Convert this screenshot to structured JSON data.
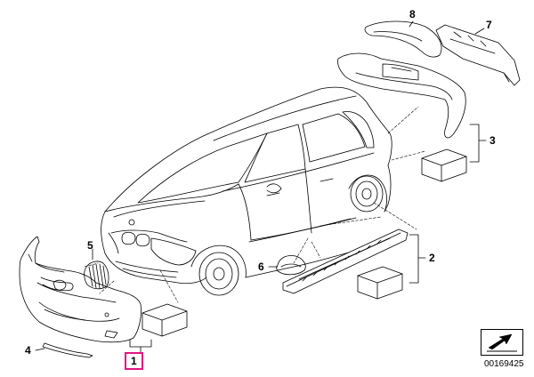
{
  "callouts": {
    "c1": "1",
    "c2": "2",
    "c3": "3",
    "c4": "4",
    "c5": "5",
    "c6": "6",
    "c7": "7",
    "c8": "8"
  },
  "diagram_id": "00169425",
  "colors": {
    "highlight": "#e0157f",
    "line": "#000000"
  },
  "icons": {
    "navigate": "arrow-icon"
  }
}
